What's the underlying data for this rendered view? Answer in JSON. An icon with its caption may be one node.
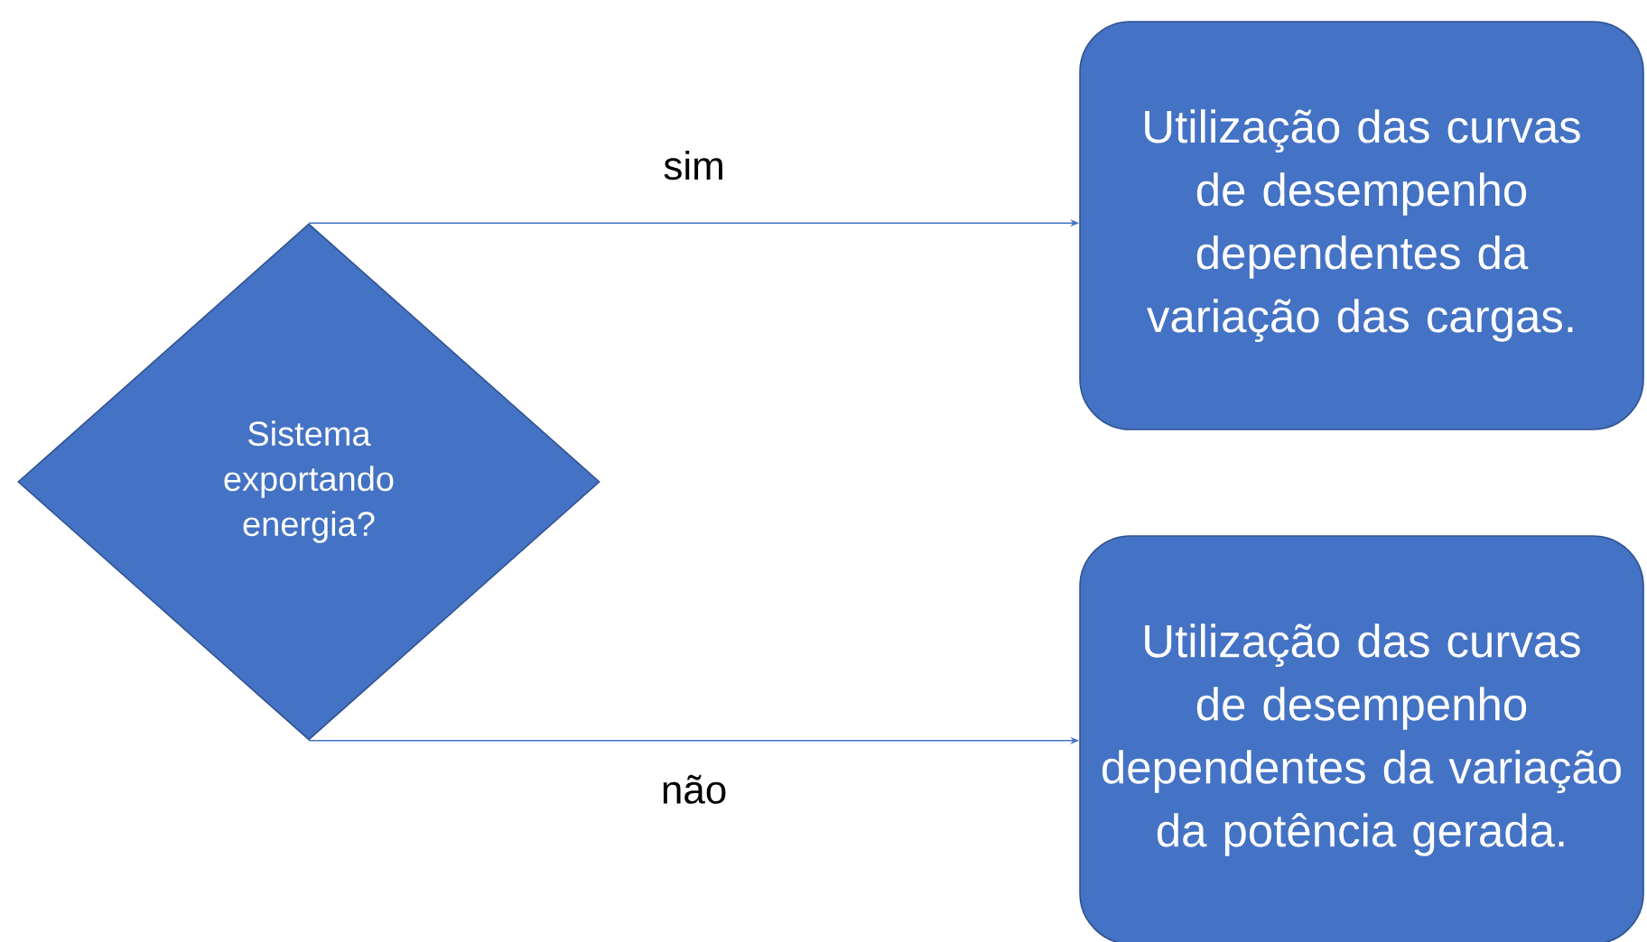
{
  "diagram": {
    "nodes": [
      {
        "text": [
          "Sistema exportando energia?"
        ]
      },
      {
        "text": [
          "Utilização das curvas de desempenho dependentes da variação das cargas."
        ]
      },
      {
        "text": [
          "Utilização das curvas de desempenho dependentes da variação da potência gerada."
        ]
      }
    ],
    "edges": [
      {
        "from": 0,
        "to": 1,
        "arrow": "to",
        "label": "sim"
      },
      {
        "from": 0,
        "to": 2,
        "arrow": "to",
        "label": "não"
      }
    ]
  }
}
